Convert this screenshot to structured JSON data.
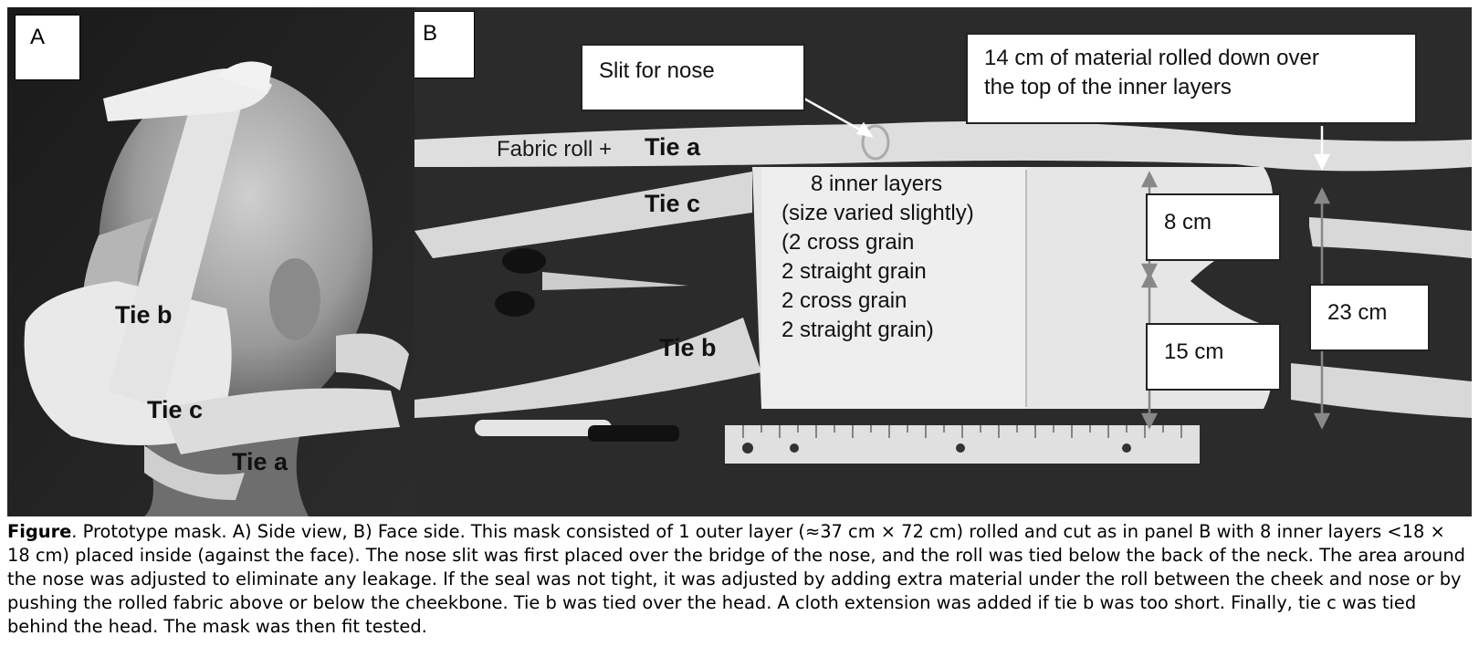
{
  "panel_a": {
    "letter": "A",
    "labels": {
      "tie_b": "Tie b",
      "tie_c": "Tie c",
      "tie_a": "Tie a"
    }
  },
  "panel_b": {
    "letter": "B",
    "callout_nose": "Slit for nose",
    "callout_roll_line1": "14 cm of material rolled down over",
    "callout_roll_line2": "the top of the inner layers",
    "fabric_roll": "Fabric roll  +",
    "tie_a": "Tie a",
    "tie_c": "Tie c",
    "tie_b": "Tie b",
    "inner_layers": [
      "8 inner layers",
      "(size varied slightly)",
      "(2 cross grain",
      "2 straight grain",
      "2 cross grain",
      "2 straight grain)"
    ],
    "measure_8": "8 cm",
    "measure_15": "15 cm",
    "measure_23": "23 cm"
  },
  "caption": {
    "label": "Figure",
    "text": ". Prototype mask. A) Side view, B) Face side. This mask consisted of 1 outer layer (≈37 cm × 72 cm) rolled and cut as in panel B with 8 inner layers <18 × 18 cm) placed inside (against the face). The nose slit was first placed over the bridge of the nose, and the roll was tied below the back of the neck. The area around the nose was adjusted to eliminate any leakage. If the seal was not tight, it was adjusted by adding extra material under the roll between the cheek and nose or by pushing the rolled fabric above or below the cheekbone. Tie b was tied over the head. A cloth extension was added if tie b was too short. Finally, tie c was tied behind the head. The mask was then fit tested."
  }
}
